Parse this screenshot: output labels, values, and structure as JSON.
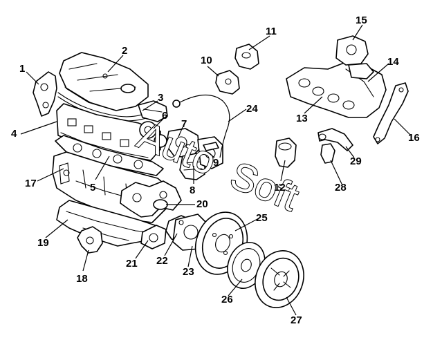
{
  "watermark": {
    "part1": "Auto",
    "part2": "Soft"
  },
  "callouts": [
    "1",
    "2",
    "3",
    "4",
    "5",
    "6",
    "7",
    "8",
    "9",
    "10",
    "11",
    "12",
    "13",
    "14",
    "15",
    "16",
    "17",
    "18",
    "19",
    "20",
    "21",
    "22",
    "23",
    "24",
    "25",
    "26",
    "27",
    "28",
    "29"
  ]
}
